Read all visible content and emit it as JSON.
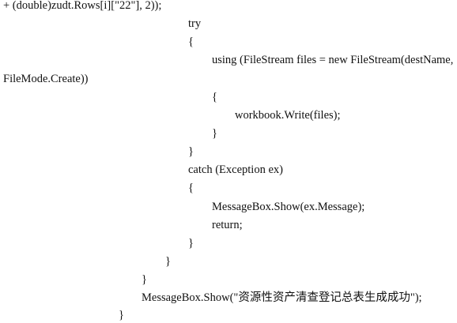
{
  "code": {
    "lines": [
      "+ (double)zudt.Rows[i][\"22\"], 2));",
      "try",
      "{",
      "using (FileStream files = new FileStream(destName,",
      "FileMode.Create))",
      "{",
      "workbook.Write(files);",
      "}",
      "}",
      "catch (Exception ex)",
      "{",
      "MessageBox.Show(ex.Message);",
      "return;",
      "}",
      "}",
      "}",
      "MessageBox.Show(\"资源性资产清查登记总表生成成功\");",
      "}"
    ]
  }
}
